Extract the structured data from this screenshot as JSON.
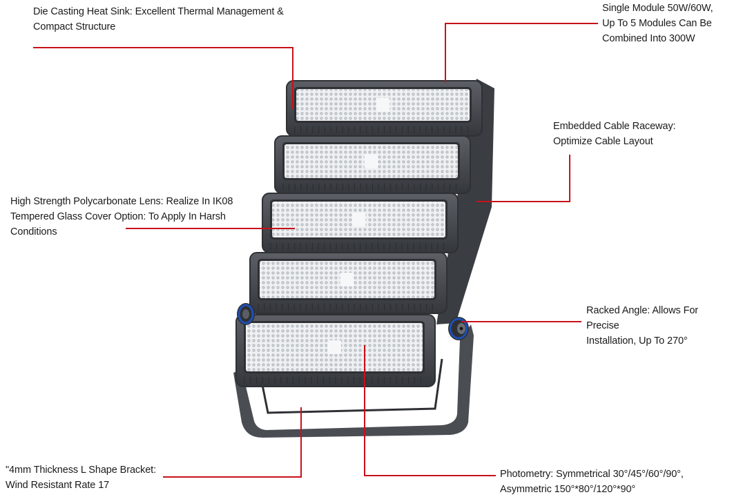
{
  "annotations": {
    "heat_sink": "Die Casting Heat Sink: Excellent Thermal Management &\nCompact Structure",
    "single_module": "Single Module 50W/60W,\nUp To 5 Modules Can Be\nCombined Into 300W",
    "cable_raceway": "Embedded Cable Raceway:\nOptimize Cable Layout",
    "lens": "High Strength Polycarbonate Lens: Realize In IK08\nTempered Glass Cover Option: To Apply In Harsh\nConditions",
    "racked_angle": "Racked Angle: Allows For Precise\nInstallation, Up To 270°",
    "bracket": "\"4mm Thickness L Shape Bracket:\nWind Resistant Rate 17",
    "photometry": "Photometry: Symmetrical 30°/45°/60°/90°,\nAsymmetric 150°*80°/120°*90°"
  },
  "colors": {
    "leader_line": "#c8101a",
    "housing": "#4a4d52",
    "housing_dark": "#2e3034",
    "lens": "#e9ebee",
    "led": "#b9bec4",
    "accent_ring": "#1f4fb5",
    "text": "#1a1a1a"
  },
  "product": {
    "module_count": 5,
    "image_name": "led-floodlight-5-module"
  }
}
